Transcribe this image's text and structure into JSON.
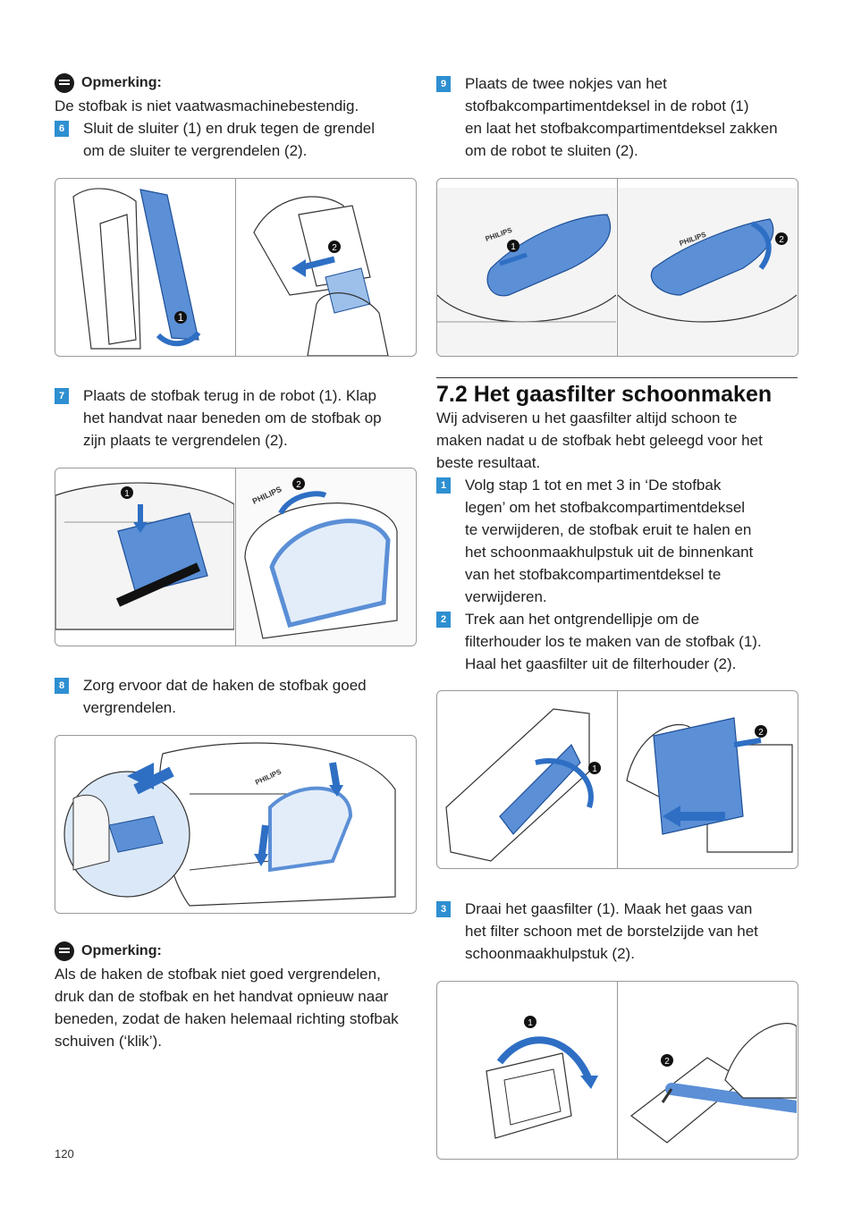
{
  "left": {
    "note1": {
      "title": "Opmerking:",
      "text": "De stofbak is niet vaatwasmachinebestendig."
    },
    "step6": {
      "num": "6",
      "lines": [
        "Sluit de sluiter (1) en druk tegen de grendel",
        "om de sluiter te vergrendelen (2)."
      ]
    },
    "step7": {
      "num": "7",
      "lines": [
        "Plaats de stofbak terug in de robot (1). Klap",
        "het handvat naar beneden om de stofbak op",
        "zijn plaats te vergrendelen (2)."
      ]
    },
    "step8": {
      "num": "8",
      "lines": [
        "Zorg ervoor dat de haken de stofbak goed",
        "vergrendelen."
      ]
    },
    "note2": {
      "title": "Opmerking:",
      "lines": [
        "Als de haken de stofbak niet goed vergrendelen,",
        "druk dan de stofbak en het handvat opnieuw naar",
        "beneden, zodat de haken helemaal richting stofbak",
        "schuiven (‘klik’)."
      ]
    }
  },
  "right": {
    "step9": {
      "num": "9",
      "lines": [
        "Plaats de twee nokjes van het",
        "stofbakcompartimentdeksel in de robot (1)",
        "en laat het stofbakcompartimentdeksel zakken",
        "om de robot te sluiten (2)."
      ]
    },
    "section": {
      "title": "7.2 Het gaasfilter schoonmaken"
    },
    "intro": {
      "lines": [
        "Wij adviseren u het gaasfilter altijd schoon te",
        "maken nadat u de stofbak hebt geleegd voor het",
        "beste resultaat."
      ]
    },
    "step1": {
      "num": "1",
      "lines": [
        "Volg stap 1 tot en met 3 in ‘De stofbak",
        "legen’ om het stofbakcompartimentdeksel",
        "te verwijderen, de stofbak eruit te halen en",
        "het schoonmaakhulpstuk uit de binnenkant",
        "van het stofbakcompartimentdeksel te",
        "verwijderen."
      ]
    },
    "step2": {
      "num": "2",
      "lines": [
        "Trek aan het ontgrendellipje om de",
        "filterhouder los te maken van de stofbak (1).",
        "Haal het gaasfilter uit de filterhouder (2)."
      ]
    },
    "step3": {
      "num": "3",
      "lines": [
        "Draai het gaasfilter (1). Maak het gaas van",
        "het filter schoon met de borstelzijde van het",
        "schoonmaakhulpstuk (2)."
      ]
    }
  },
  "figure_labels": {
    "one": "1",
    "two": "2",
    "brand": "PHILIPS"
  },
  "page_number": "120",
  "colors": {
    "accent": "#2e8fd1",
    "illustration_blue": "#5b8fd6"
  }
}
